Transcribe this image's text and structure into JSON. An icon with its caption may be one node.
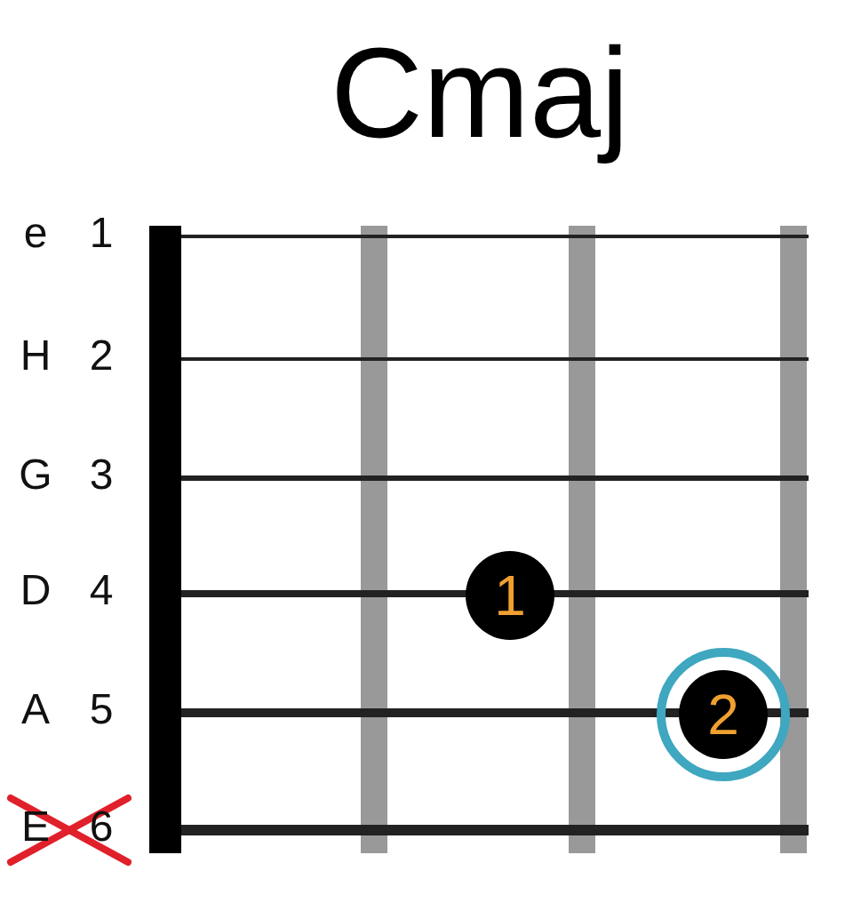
{
  "diagram": {
    "title": "Cmaj",
    "nodes": [
      {
        "text": [
          "1"
        ]
      },
      {
        "text": [
          "2"
        ]
      }
    ],
    "labels": [
      "e",
      "1",
      "H",
      "2",
      "G",
      "3",
      "D",
      "4",
      "A",
      "5",
      "E",
      "6"
    ]
  }
}
